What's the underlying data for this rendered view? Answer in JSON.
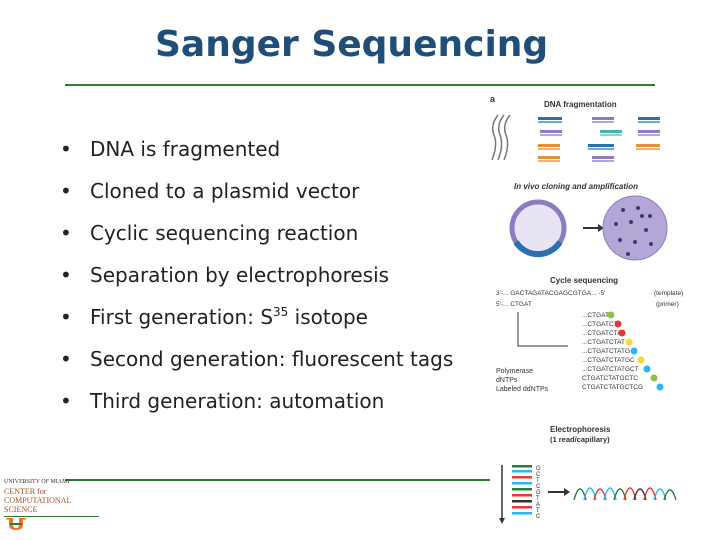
{
  "slide": {
    "title": "Sanger Sequencing",
    "bullets": [
      {
        "text": "DNA is fragmented"
      },
      {
        "text": "Cloned to a plasmid vector"
      },
      {
        "text": "Cyclic sequencing reaction"
      },
      {
        "text": "Separation by electrophoresis"
      },
      {
        "text_before": "First generation: S",
        "sup": "35",
        "text_after": " isotope"
      },
      {
        "text": "Second generation: fluorescent tags"
      },
      {
        "text": "Third generation:  automation"
      }
    ]
  },
  "figure": {
    "panel_letter": "a",
    "fragmentation_label": "DNA fragmentation",
    "cloning_label": "In vivo cloning and amplification",
    "cycle_label": "Cycle sequencing",
    "template_seq": "3'-... GACTAGATACGAGCGTGA... -5'",
    "template_tag": "(template)",
    "primer_seq": "5'-... CTGAT",
    "primer_tag": "(primer)",
    "products": [
      "...CTGATC",
      "...CTGATCT",
      "...CTGATCTA",
      "...CTGATCTAT",
      "...CTGATCTATG",
      "...CTGATCTATGC",
      "...CTGATCTATGCT",
      "CTGATCTATGCTC",
      "CTGATCTATGCTCG"
    ],
    "reagents": [
      "Polymerase",
      "dNTPs",
      "Labeled ddNTPs"
    ],
    "electro_label": "Electrophoresis",
    "electro_sub": "(1 read/capillary)",
    "gel_letters": [
      "G",
      "C",
      "T",
      "C",
      "G",
      "T",
      "A",
      "T",
      "C"
    ]
  },
  "logo": {
    "line1": "UNIVERSITY OF MIAMI",
    "line2": "CENTER for",
    "line3": "COMPUTATIONAL",
    "line4": "SCIENCE"
  }
}
